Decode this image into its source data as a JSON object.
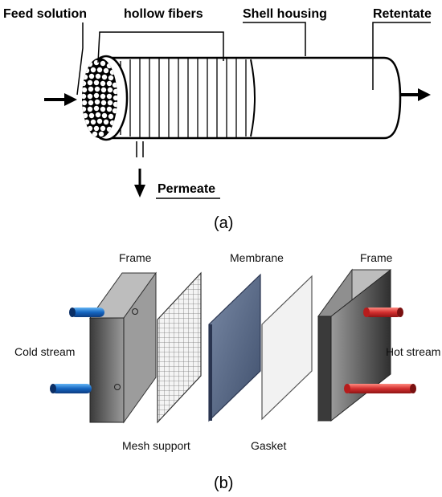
{
  "panel_a": {
    "caption": "(a)",
    "labels": {
      "feed": "Feed solution",
      "fibers": "hollow fibers",
      "shell": "Shell housing",
      "retentate": "Retentate",
      "permeate": "Permeate"
    }
  },
  "panel_b": {
    "caption": "(b)",
    "labels": {
      "frame_left": "Frame",
      "membrane": "Membrane",
      "frame_right": "Frame",
      "cold": "Cold stream",
      "hot": "Hot stream",
      "mesh": "Mesh support",
      "gasket": "Gasket"
    }
  },
  "colors": {
    "cold_pipe": "#1565c0",
    "hot_pipe": "#d32f2f",
    "membrane": "#5c6f8e",
    "frame_dark": "#2b2b2b",
    "frame_face": "#8a8a8a"
  }
}
